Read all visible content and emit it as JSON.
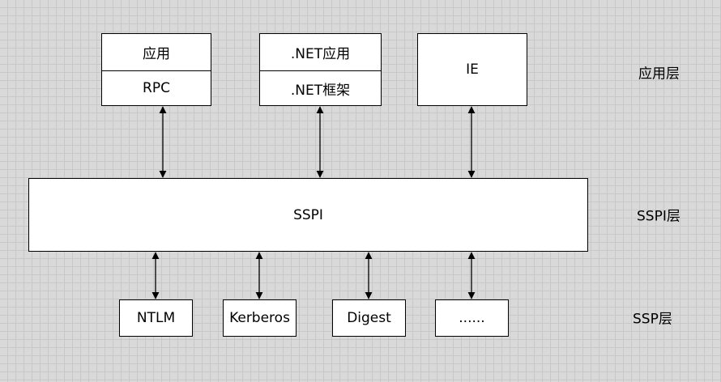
{
  "application_layer": {
    "rpc_stack": {
      "top": "应用",
      "bottom": "RPC"
    },
    "dotnet_stack": {
      "top": ".NET应用",
      "bottom": ".NET框架"
    },
    "ie_box": "IE"
  },
  "sspi_layer": {
    "sspi_box": "SSPI"
  },
  "ssp_layer": {
    "providers": [
      "NTLM",
      "Kerberos",
      "Digest",
      "......"
    ]
  },
  "layer_labels": {
    "application": "应用层",
    "sspi": "SSPI层",
    "ssp": "SSP层"
  }
}
